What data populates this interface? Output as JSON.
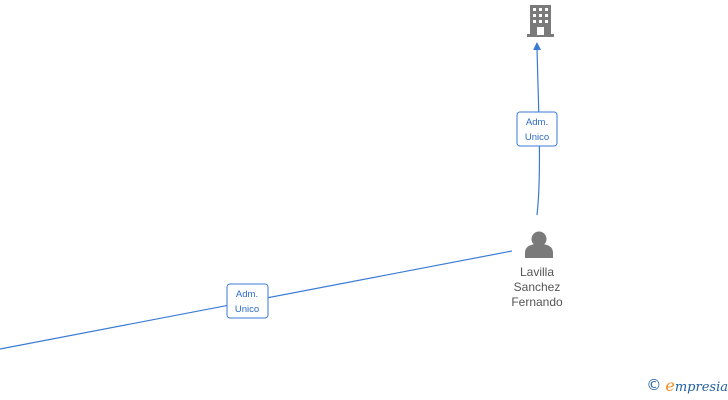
{
  "nodes": [
    {
      "id": "company",
      "type": "company",
      "icon": "building-icon",
      "lines": []
    },
    {
      "id": "person",
      "type": "person",
      "icon": "person-icon",
      "lines": [
        "Lavilla",
        "Sanchez",
        "Fernando"
      ]
    }
  ],
  "edges": [
    {
      "id": "edge-person-company",
      "from": "person",
      "to": "company",
      "label_lines": [
        "Adm.",
        "Unico"
      ]
    },
    {
      "id": "edge-offscreen-person",
      "from": "offscreen",
      "to": "person",
      "label_lines": [
        "Adm.",
        "Unico"
      ]
    }
  ],
  "colors": {
    "edge": "#3a7bd5",
    "icon": "#7a7a7a",
    "text": "#555555",
    "brand": "#1f5e9e",
    "brand_accent": "#f28a1e"
  },
  "brand": {
    "copyright": "©",
    "initial": "e",
    "rest": "mpresia"
  }
}
